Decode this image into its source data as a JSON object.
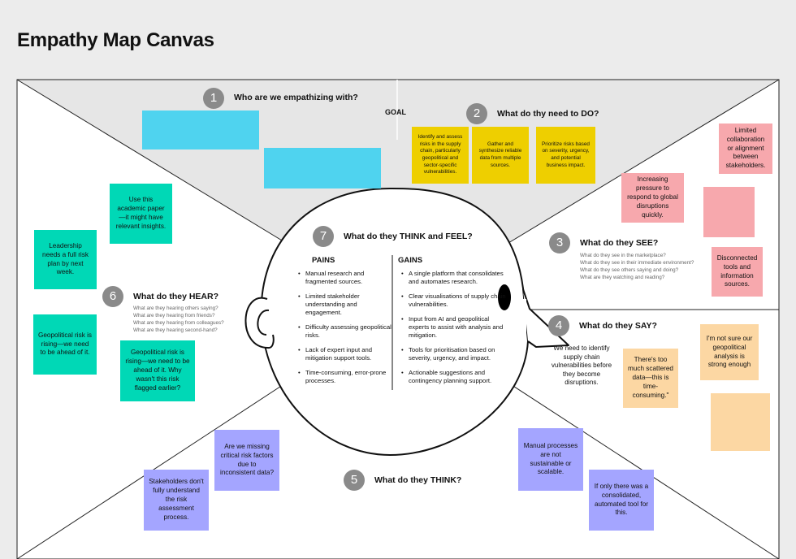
{
  "page_title": "Empathy Map Canvas",
  "goal_label": "GOAL",
  "sections": {
    "who": {
      "number": "1",
      "label": "Who are we empathizing with?"
    },
    "do": {
      "number": "2",
      "label": "What do thy need to DO?"
    },
    "see": {
      "number": "3",
      "label": "What do they SEE?",
      "prompts": [
        "What do they see in the marketplace?",
        "What do they see in their immediate environment?",
        "What do they see others saying and doing?",
        "What are they watching and reading?"
      ]
    },
    "say": {
      "number": "4",
      "label": "What do they SAY?"
    },
    "think": {
      "number": "5",
      "label": "What do they THINK?"
    },
    "hear": {
      "number": "6",
      "label": "What do they HEAR?",
      "prompts": [
        "What are they hearing others saying?",
        "What are they hearing from friends?",
        "What are they hearing from colleagues?",
        "What are they hearing second-hand?"
      ]
    },
    "think_feel": {
      "number": "7",
      "label": "What do they THINK and FEEL?"
    }
  },
  "pains": {
    "title": "PAINS",
    "items": [
      "Manual research and fragmented sources.",
      "Limited stakeholder understanding and engagement.",
      "Difficulty assessing geopolitical risks.",
      "Lack of expert input and mitigation support tools.",
      "Time-consuming, error-prone processes."
    ]
  },
  "gains": {
    "title": "GAINS",
    "items": [
      "A single platform that consolidates and automates research.",
      "Clear visualisations of supply chain vulnerabilities.",
      "Input from AI and geopolitical experts to assist with analysis and mitigation.",
      "Tools for prioritisation based on severity, urgency, and impact.",
      "Actionable suggestions and contingency planning support."
    ]
  },
  "do_notes": [
    "Identify and assess risks in the supply chain, particularly geopolitical and sector-specific vulnerabilities.",
    "Gather and synthesize reliable data from multiple sources.",
    "Prioritize risks based on severity, urgency, and potential business impact."
  ],
  "see_notes": [
    "Limited collaboration or alignment between stakeholders.",
    "Increasing pressure to respond to global disruptions quickly.",
    "",
    "Disconnected tools and information sources."
  ],
  "say_text": "We need to identify supply chain vulnerabilities before they become disruptions.",
  "say_notes": [
    "I'm not sure our geopolitical analysis is strong enough",
    "There's too much scattered data—this is time-consuming.\"",
    ""
  ],
  "hear_notes": [
    "Use this academic paper—it might have relevant insights.",
    "Leadership needs a full risk plan by next week.",
    "Geopolitical risk is rising—we need to be ahead of it.",
    "Geopolitical risk is rising—we need to be ahead of it. Why wasn't this risk flagged earlier?"
  ],
  "think_notes": [
    "Are we missing critical risk factors due to inconsistent data?",
    "Stakeholders don't fully understand the risk assessment process.",
    "Manual processes are not sustainable or scalable.",
    "If only there was a consolidated, automated tool for this."
  ],
  "colors": {
    "teal": "#00d8b6",
    "blue": "#4fd3ef",
    "yellow": "#eecf00",
    "pink": "#f7a8ad",
    "orange": "#fcd7a3",
    "purple": "#a4a5ff",
    "badge": "#8a8a8a"
  }
}
